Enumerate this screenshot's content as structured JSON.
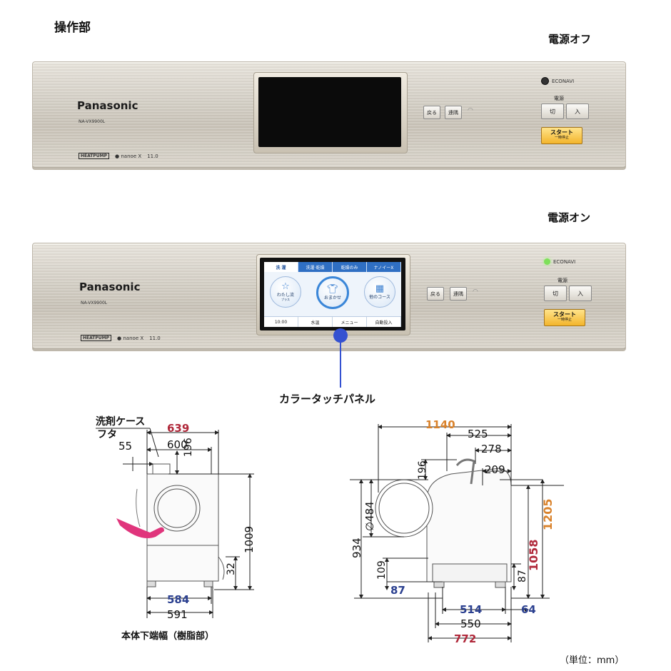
{
  "section_title": "操作部",
  "state_off": "電源オフ",
  "state_on": "電源オン",
  "panel": {
    "brand": "Panasonic",
    "model": "NA-VX9900L",
    "logo_heatpump": "HEATPUMP",
    "logo_nanoe": "nanoe X",
    "logo_version": "11.0",
    "econavi": "ECONAVI",
    "btn_back": "戻る",
    "btn_link": "連隅",
    "power_label": "電源",
    "btn_power_off": "切",
    "btn_power_on": "入",
    "start_main": "スタート",
    "start_sub": "一時停止",
    "econavi_off_color": "#333333",
    "econavi_on_color": "#7ee05a"
  },
  "lcd": {
    "tabs": [
      "洗 濯",
      "洗濯·乾燥",
      "乾燥のみ",
      "ナノイーX"
    ],
    "buttons": [
      {
        "icon": "star-icon",
        "label": "わたし流",
        "sub": "プラス"
      },
      {
        "icon": "shirt-icon",
        "label": "おまかせ",
        "sub": ""
      },
      {
        "icon": "grid-icon",
        "label": "他のコース",
        "sub": ""
      }
    ],
    "footer": [
      "10:00",
      "水温",
      "メニュー",
      "自動投入"
    ]
  },
  "callout_touch_panel": "カラータッチパネル",
  "side_view": {
    "label_case_lid": "洗剤ケース",
    "label_case_lid_2": "フタ",
    "w639": "639",
    "w600": "600",
    "d55": "55",
    "d196": "196",
    "h1009": "1009",
    "h32": "32",
    "w584": "584",
    "w591": "591",
    "caption": "本体下端幅（樹脂部）"
  },
  "front_view": {
    "w1140": "1140",
    "w525": "525",
    "w278": "278",
    "w209": "209",
    "d196": "196",
    "phi484": "∅484",
    "h934": "934",
    "h109": "109",
    "h87a": "87",
    "h87b": "87",
    "h1058": "1058",
    "h1205": "1205",
    "w514": "514",
    "w64": "64",
    "w550": "550",
    "w772": "772"
  },
  "unit_note": "（単位：mm）",
  "colors": {
    "red_dim": "#b0283a",
    "blue_dim": "#2a3f8f",
    "orange_dim": "#d9822b",
    "callout_dot": "#3451d1"
  }
}
